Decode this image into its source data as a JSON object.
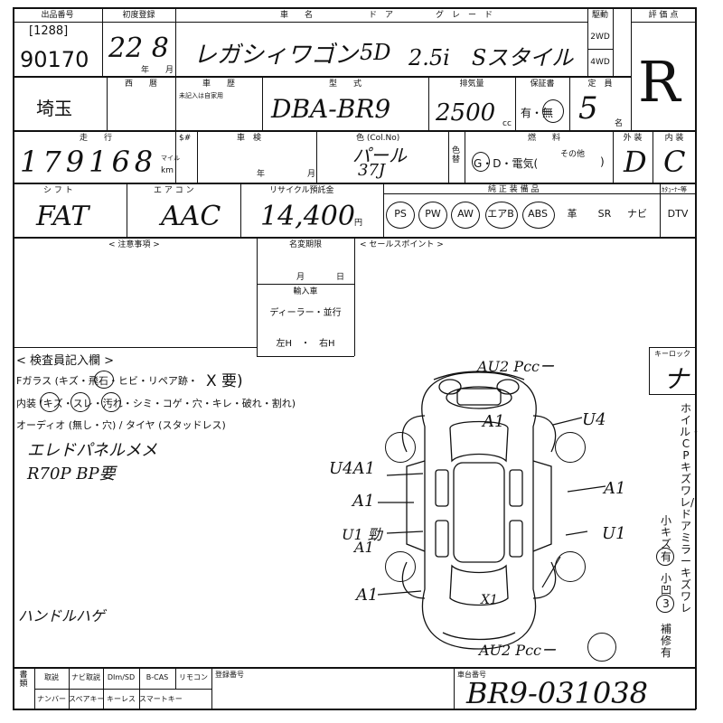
{
  "header": {
    "lot_label": "出品番号",
    "first_reg_label": "初度登録",
    "car_name_label": "車　　名",
    "door_label": "ド　ア",
    "grade_label": "グ　レ　ー　ド",
    "drive_label": "駆動",
    "score_label": "評 価 点",
    "lot_sub": "[1288]",
    "lot_number": "90170",
    "first_reg_value": "22 8",
    "year_unit": "年",
    "month_unit": "月",
    "car_name_value": "レガシィワゴン",
    "door_value": "5D",
    "grade_value": "2.5i　Sスタイル",
    "drive_2wd": "2WD",
    "drive_4wd": "4WD",
    "score_value": "R"
  },
  "row2": {
    "region": "埼玉",
    "western_label": "西　　暦",
    "history_label": "車　　歴",
    "history_note": "未記入は自家用",
    "model_label": "型　　式",
    "model_value": "DBA-BR9",
    "displacement_label": "排気量",
    "displacement_value": "2500",
    "cc_unit": "cc",
    "warranty_label": "保証書",
    "warranty_value": "有・無",
    "capacity_label": "定　員",
    "capacity_value": "5",
    "person_unit": "名"
  },
  "row3": {
    "mileage_label": "走　　行",
    "mileage_value": "179168",
    "mile_unit": "マイル",
    "km_unit": "km",
    "sd_label": "$#",
    "inspection_label": "車　検",
    "year_unit": "年",
    "month_unit": "月",
    "color_label": "色 (Col.No)",
    "color_value": "パール",
    "color_code": "37J",
    "color_change_label": "色替",
    "fuel_label": "燃　　料",
    "fuel_value": "G・D・電気(",
    "fuel_other": "その他",
    "fuel_close": ")",
    "exterior_label": "外 装",
    "exterior_value": "D",
    "interior_label": "内 装",
    "interior_value": "C"
  },
  "row4": {
    "shift_label": "シ フ ト",
    "shift_value": "FAT",
    "ac_label": "エ ア コ ン",
    "ac_value": "AAC",
    "recycle_label": "リサイクル預託金",
    "recycle_value": "14,400",
    "recycle_unit": "円",
    "equipment_label": "純 正 装 備 品",
    "equipment": [
      "PS",
      "PW",
      "AW",
      "エアB",
      "ABS",
      "革",
      "SR",
      "ナビ",
      "DTV"
    ],
    "tuner_label": "ｶﾀｭｰﾅｰ等"
  },
  "notes": {
    "caution_label": "< 注意事項 >",
    "name_change_label": "名変期限",
    "month_unit": "月",
    "day_unit": "日",
    "import_label": "輸入車",
    "import_dealer": "ディーラー・並行",
    "handle": "左H　・　右H",
    "sales_label": "< セールスポイント >"
  },
  "inspection": {
    "title": "< 検査員記入欄 >",
    "fglass": "Fガラス (キズ・飛石・ヒビ・リペア跡・",
    "fglass_x": "X 要)",
    "interior": "内装 (キズ・スレ・汚れ・シミ・コゲ・穴・キレ・破れ・割れ)",
    "audio": "オーディオ (無し・穴) / タイヤ (スタッドレス)",
    "hand_note1": "エレドパネルメメ",
    "hand_note2": "R70P BP要",
    "hand_note3": "ハンドルハゲ"
  },
  "diagram": {
    "top_mark": "AU2 Pccー",
    "bottom_mark": "AU2 Pccー",
    "a1_roof": "A1",
    "u4_right": "U4",
    "u4a1_left": "U4A1",
    "a1_left1": "A1",
    "a1_right": "A1",
    "u1_left": "U1 勁",
    "a1_left2": "A1",
    "u1_right": "U1",
    "a1_left3": "A1",
    "x1_center": "X1"
  },
  "key": {
    "keylock_label": "キーロック",
    "keylock_value": "ナ",
    "side_text": "ホイル・CPキズワレ/ドアミラーキズワレ",
    "small_scratch": "小キズ",
    "small_value": "有",
    "small_dent": "小凹",
    "dent_value": "3",
    "repair": "補修有"
  },
  "footer": {
    "doc_col_label": "書類",
    "row1": [
      "取説",
      "ナビ取説",
      "DIm/SD",
      "B-CAS",
      "リモコン"
    ],
    "row2": [
      "ナンバー",
      "スペアキー",
      "キーレス",
      "スマートキー"
    ],
    "reg_number_label": "登録番号",
    "chassis_label": "車台番号",
    "chassis_value": "BR9-031038"
  }
}
